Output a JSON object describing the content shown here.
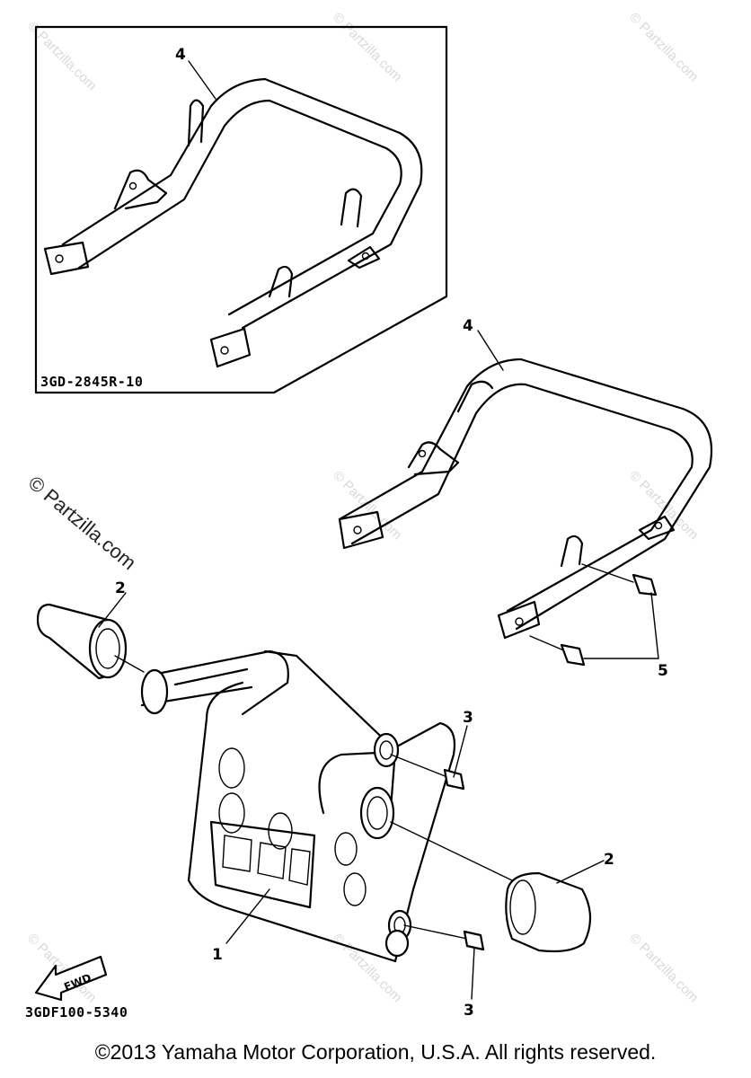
{
  "diagram": {
    "callouts": {
      "part_1": "1",
      "part_2_left": "2",
      "part_2_right": "2",
      "part_3_top": "3",
      "part_3_bottom": "3",
      "part_4_inset": "4",
      "part_4_main": "4",
      "part_5": "5"
    },
    "inset_code": "3GD-2845R-10",
    "diagram_code": "3GDF100-5340",
    "fwd_label": "FWD",
    "watermark_main": "© Partzilla.com",
    "watermark_small": "© Partzilla.com"
  },
  "footer": {
    "copyright": "©2013 Yamaha Motor Corporation, U.S.A. All rights reserved."
  }
}
